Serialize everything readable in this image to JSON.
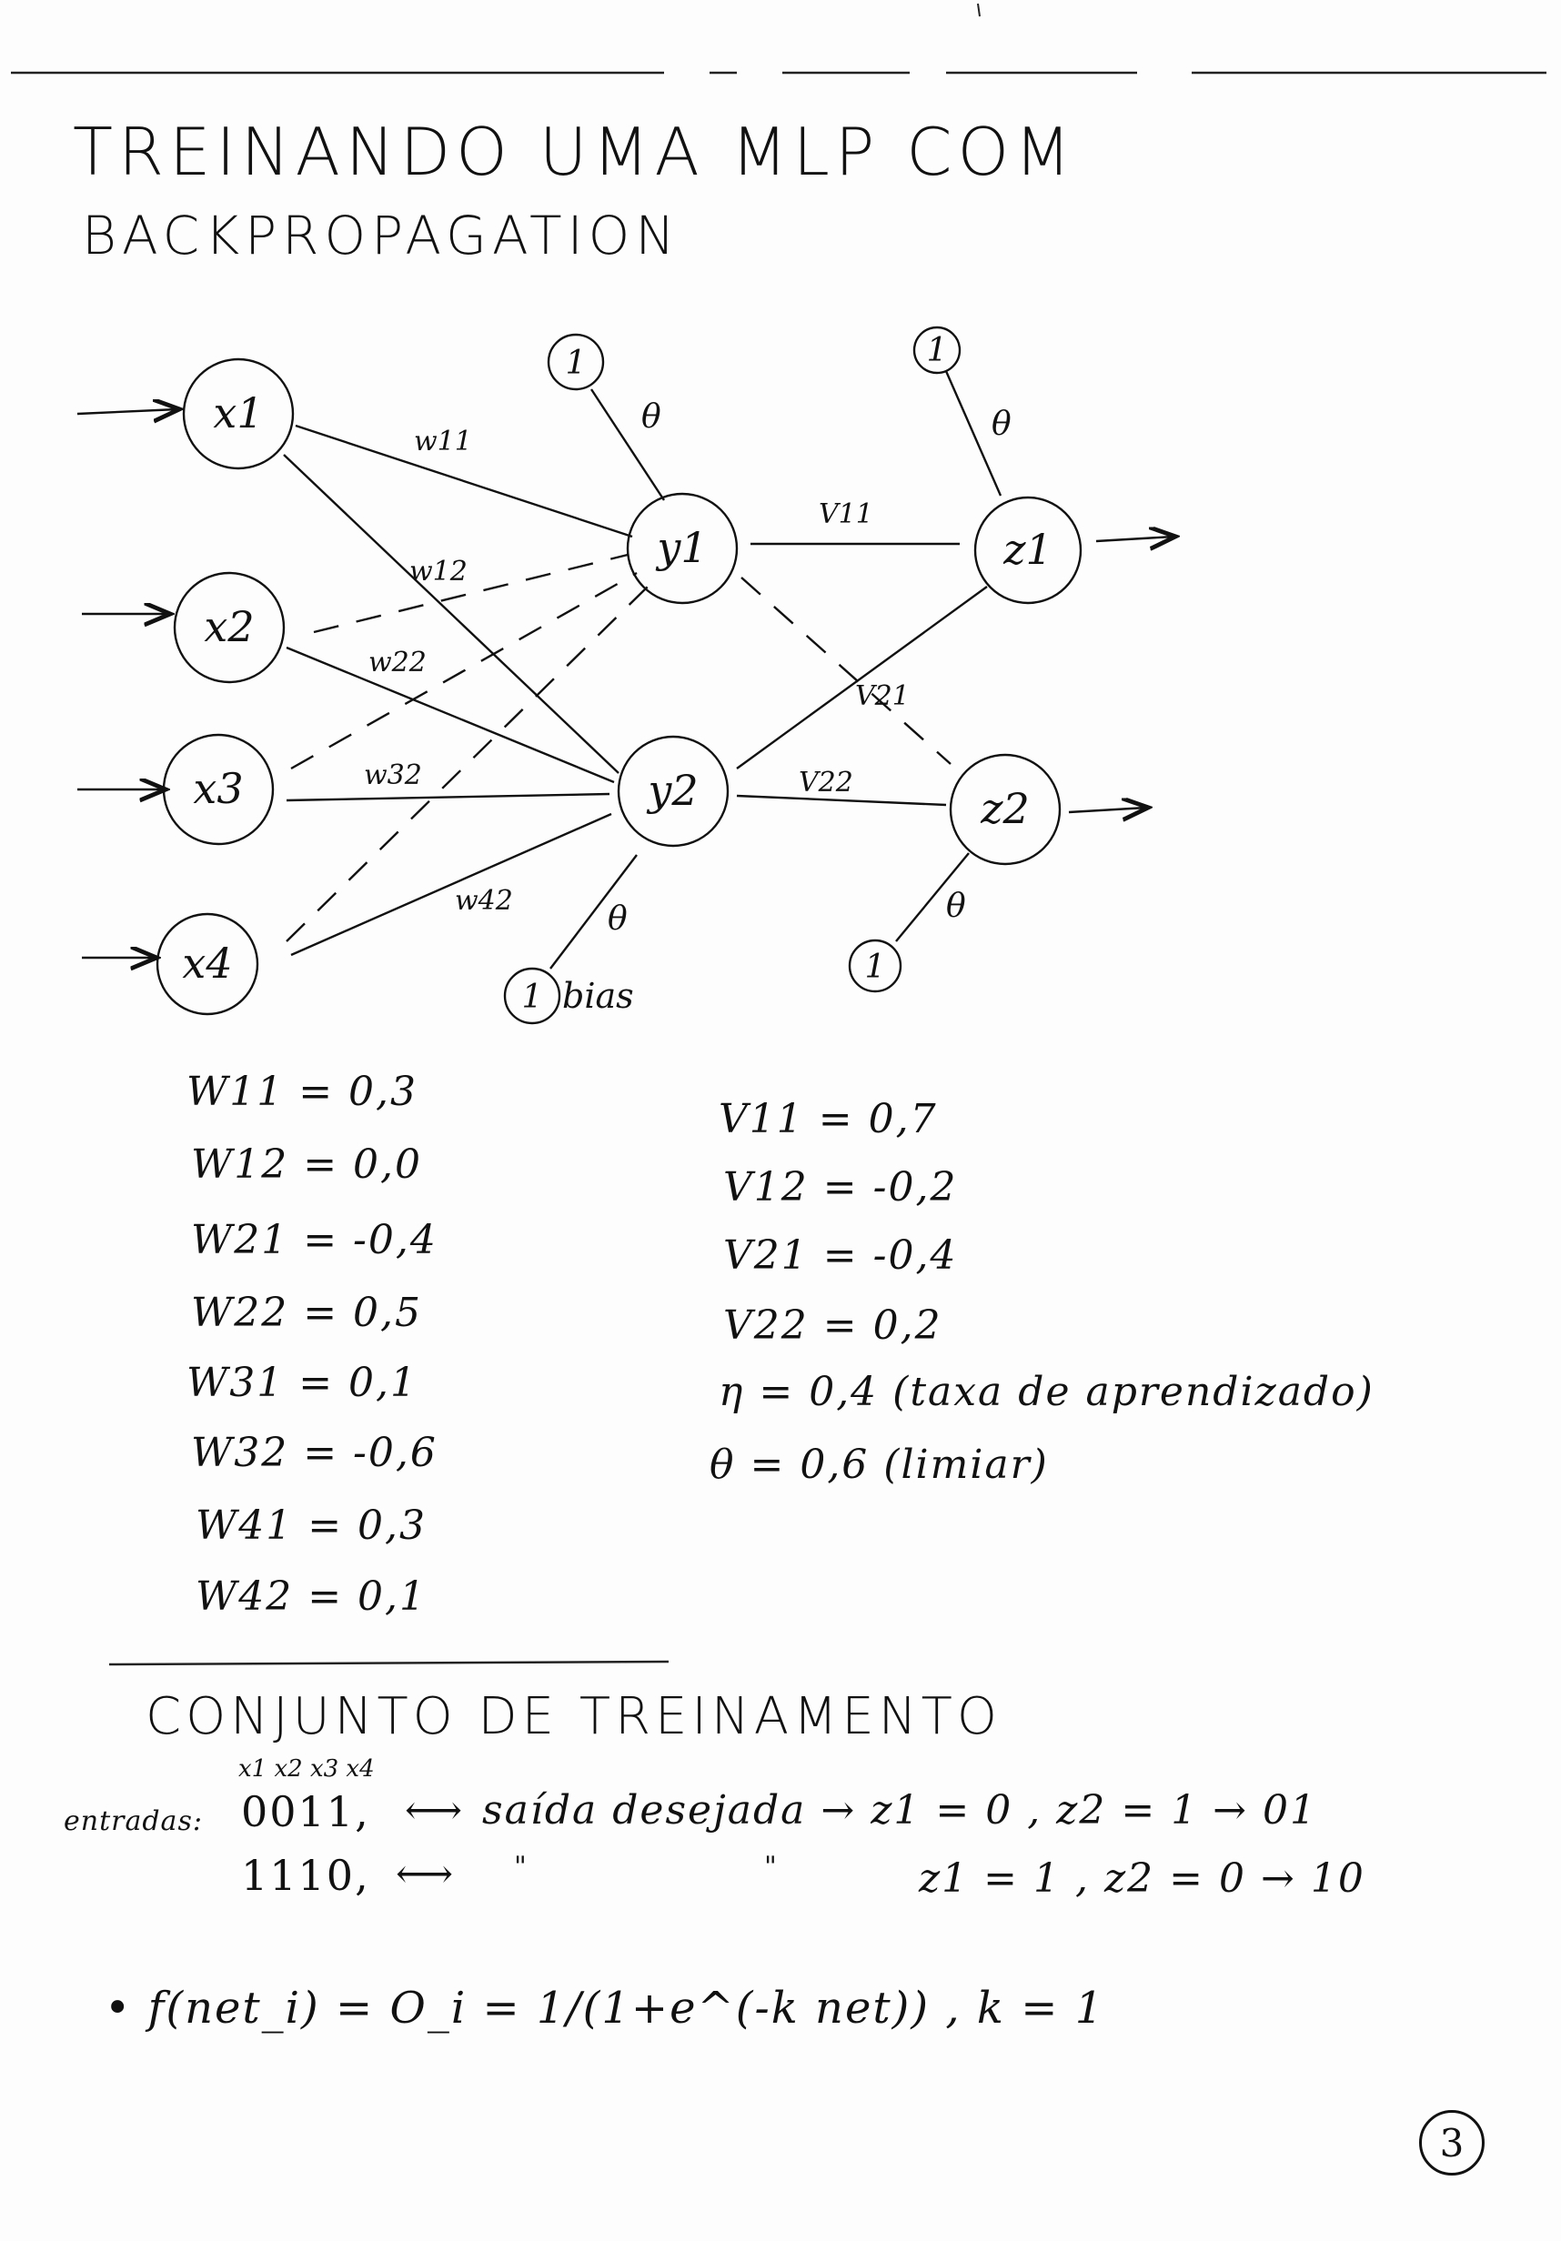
{
  "title": {
    "line1": "TREINANDO UMA MLP COM",
    "line2": "BACKPROPAGATION"
  },
  "diagram": {
    "inputs": [
      "x1",
      "x2",
      "x3",
      "x4"
    ],
    "hidden": [
      "y1",
      "y2"
    ],
    "outputs": [
      "z1",
      "z2"
    ],
    "bias_value": "1",
    "bias_label": "bias",
    "theta_symbol": "θ",
    "edge_labels": {
      "w11": "w11",
      "w12": "w12",
      "w22": "w22",
      "w32": "w32",
      "w42": "w42",
      "v11": "V11",
      "v21": "V21",
      "v22": "V22"
    }
  },
  "weights_w": [
    "W11 = 0,3",
    "W12 = 0,0",
    "W21 = -0,4",
    "W22 = 0,5",
    "W31 = 0,1",
    "W32 = -0,6",
    "W41 = 0,3",
    "W42 = 0,1"
  ],
  "weights_v": [
    "V11 = 0,7",
    "V12 = -0,2",
    "V21 = -0,4",
    "V22 = 0,2"
  ],
  "eta": "η = 0,4 (taxa de aprendizado)",
  "theta": "θ = 0,6 (limiar)",
  "training": {
    "heading": "CONJUNTO DE TREINAMENTO",
    "input_headers": "x1 x2 x3 x4",
    "entries_label": "entradas:",
    "row1_input": "0011,",
    "row1_output": "saída desejada → z1 = 0 , z2 = 1 → 01",
    "row2_input": "1110,",
    "row2_ditto1": "\"",
    "row2_ditto2": "\"",
    "row2_output": "z1 = 1 , z2 = 0 → 10"
  },
  "formula": "• f(net_i) = O_i = 1/(1+e^(-k net)) , k = 1",
  "page_number": "3"
}
